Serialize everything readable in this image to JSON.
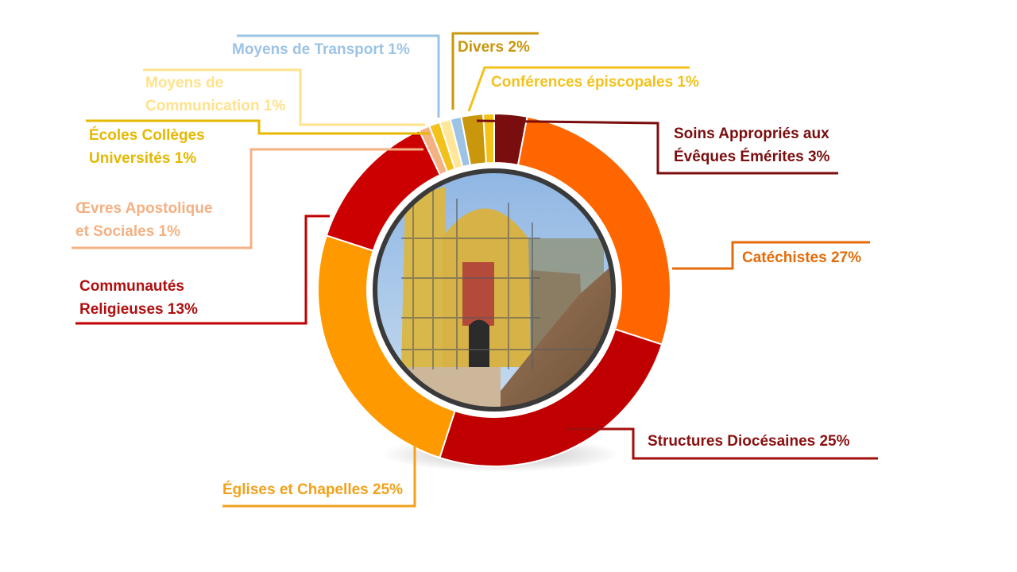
{
  "chart_data": {
    "type": "pie",
    "style": "donut",
    "title": "",
    "slices": [
      {
        "label": "Soins Appropriés aux Évêques Émérites 3%",
        "value": 3,
        "color": "#7A0E0E"
      },
      {
        "label": "Catéchistes 27%",
        "value": 27,
        "color": "#FF6600"
      },
      {
        "label": "Structures Diocésaines 25%",
        "value": 25,
        "color": "#C00000"
      },
      {
        "label": "Églises et Chapelles 25%",
        "value": 25,
        "color": "#FF9900"
      },
      {
        "label": "Communautés Religieuses 13%",
        "value": 13,
        "color": "#CC0000"
      },
      {
        "label": "Œvres Apostolique et Sociales 1%",
        "value": 1,
        "color": "#F4B183"
      },
      {
        "label": "Écoles Collèges Universités 1%",
        "value": 1,
        "color": "#F2C21B"
      },
      {
        "label": "Moyens de Communication 1%",
        "value": 1,
        "color": "#FFE699"
      },
      {
        "label": "Moyens de Transport 1%",
        "value": 1,
        "color": "#9DC3E6"
      },
      {
        "label": "Divers 2%",
        "value": 2,
        "color": "#C9960C"
      },
      {
        "label": "Conférences épiscopales 1%",
        "value": 1,
        "color": "#F2C21B"
      }
    ],
    "legend": "none",
    "center_image": "church-facade-photo"
  }
}
